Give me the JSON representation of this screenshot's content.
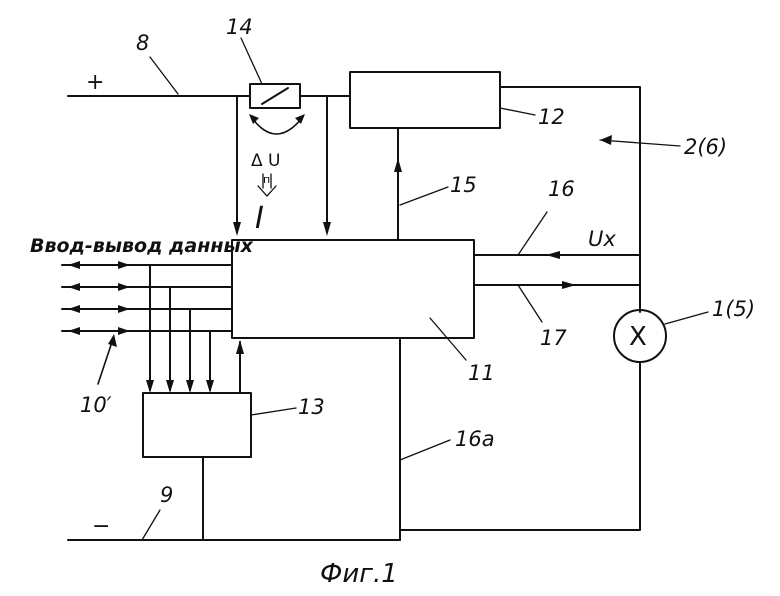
{
  "figure": {
    "caption": "Фиг.1",
    "io_label": "Ввод-вывод данных",
    "polarity_plus": "+",
    "polarity_minus": "−",
    "delta_u": "Δ U",
    "small_n": "п",
    "current_symbol": "I",
    "voltage_label": "Ux",
    "lamp_symbol": "X"
  },
  "labels": {
    "n8": "8",
    "n14": "14",
    "n12": "12",
    "n2_6": "2(6)",
    "n15": "15",
    "n16": "16",
    "n1_5": "1(5)",
    "n17": "17",
    "n11": "11",
    "n10": "10′",
    "n13": "13",
    "n9": "9",
    "n16a": "16а"
  }
}
